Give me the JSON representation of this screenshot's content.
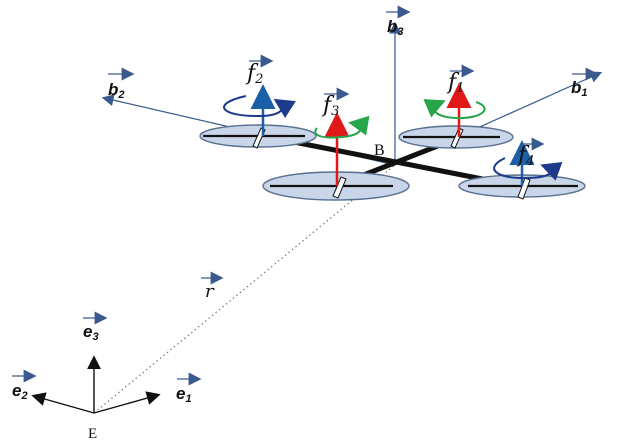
{
  "diagram": {
    "labels": {
      "b1": "b",
      "b1_sub": "1",
      "b2": "b",
      "b2_sub": "2",
      "b3": "b",
      "b3_sub": "3",
      "f1": "f",
      "f1_sub": "1",
      "f2": "f",
      "f2_sub": "2",
      "f3": "f",
      "f3_sub": "3",
      "f4": "f",
      "f4_sub": "4",
      "r": "r",
      "B": "B",
      "E": "E",
      "e1": "e",
      "e1_sub": "1",
      "e2": "e",
      "e2_sub": "2",
      "e3": "e",
      "e3_sub": "3"
    },
    "colors": {
      "axis": "#3a5a8f",
      "frame": "#111111",
      "thrust_red": "#e01818",
      "thrust_blue": "#1a5fa8",
      "spin_green": "#27a54a",
      "spin_navy": "#1e3a8a",
      "rotor_fill": "#c9d6ea",
      "rotor_stroke": "#59708f",
      "dotted": "#777777"
    }
  }
}
